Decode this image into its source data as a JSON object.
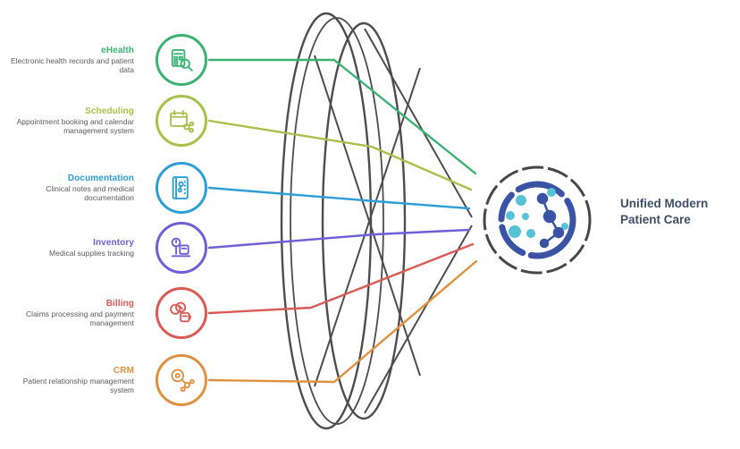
{
  "diagram": {
    "title_hidden": "",
    "items": [
      {
        "heading": "eHealth",
        "description": "Electronic health records and patient data",
        "color": "#3bb273",
        "icon": "calculator-search-icon"
      },
      {
        "heading": "Scheduling",
        "description": "Appointment booking and calendar management system",
        "color": "#a8c14a",
        "icon": "calendar-icon"
      },
      {
        "heading": "Documentation",
        "description": "Clinical notes and medical documentation",
        "color": "#2d9fd6",
        "icon": "document-icon"
      },
      {
        "heading": "Inventory",
        "description": "Medical supplies tracking",
        "color": "#6c5fd8",
        "icon": "scale-icon"
      },
      {
        "heading": "Billing",
        "description": "Claims processing and payment management",
        "color": "#d95b55",
        "icon": "coins-icon"
      },
      {
        "heading": "CRM",
        "description": "Patient relationship management system",
        "color": "#e0913f",
        "icon": "molecule-search-icon"
      }
    ],
    "hub": {
      "label_line1": "Unified Modern",
      "label_line2": "Patient Care",
      "label_color": "#3d4e66",
      "ring_color": "#474747",
      "icon_blue": "#3a53a4",
      "icon_teal": "#56c2d6"
    },
    "mesh_color": "#4d4d4d"
  }
}
